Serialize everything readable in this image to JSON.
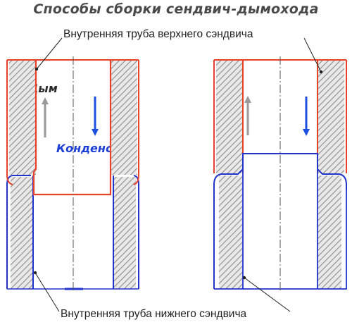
{
  "title": "Способы сборки сендвич-дымохода",
  "label_top": "Внутренняя труба верхнего сэндвича",
  "label_bottom": "Внутренняя труба нижнего сэндвича",
  "smoke_label": "Дым",
  "condensate_label": "Конденсат",
  "colors": {
    "upper_pipe": "#e8412a",
    "lower_pipe": "#2233cc",
    "insulation": "#8c8c8c",
    "smoke_arrow": "#9a9a9a",
    "condensate_arrow": "#1d4fe0",
    "axis": "#555555"
  }
}
